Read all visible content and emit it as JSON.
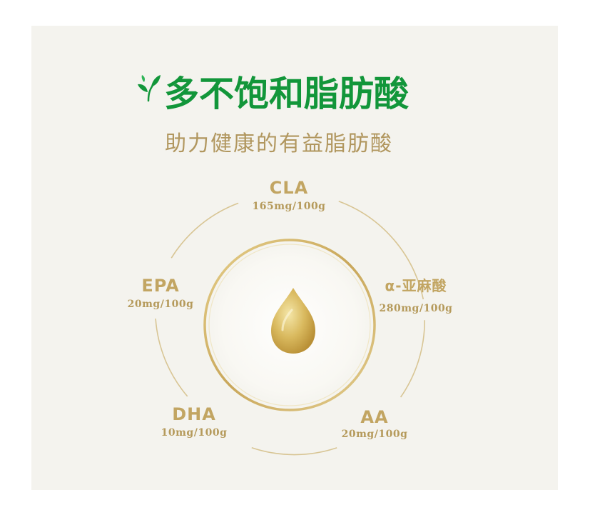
{
  "title": "多不饱和脂肪酸",
  "subtitle": "助力健康的有益脂肪酸",
  "colors": {
    "title_green": "#12963a",
    "gold": "#c2a562",
    "background": "#f4f3ee"
  },
  "icons": {
    "title_icon": "leaf-sprout-icon",
    "center_icon": "oil-drop-icon"
  },
  "nutrients": {
    "cla": {
      "name": "CLA",
      "amount": "165mg/100g"
    },
    "alpha": {
      "name": "α-亚麻酸",
      "amount": "280mg/100g"
    },
    "aa": {
      "name": "AA",
      "amount": "20mg/100g"
    },
    "dha": {
      "name": "DHA",
      "amount": "10mg/100g"
    },
    "epa": {
      "name": "EPA",
      "amount": "20mg/100g"
    }
  }
}
